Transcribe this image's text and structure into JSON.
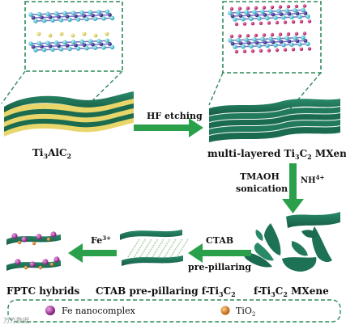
{
  "steps": {
    "hf_etching": "HF etching",
    "tmaoh": "TMAOH",
    "sonication": "sonication",
    "nh4": "NH",
    "nh4_sup": "4+",
    "ctab": "CTAB",
    "pre_pillaring": "pre-pillaring",
    "fe3": "Fe",
    "fe3_sup": "3+"
  },
  "materials": {
    "ti3alc2": {
      "p1": "Ti",
      "s1": "3",
      "p2": "AlC",
      "s2": "2"
    },
    "multilayer": {
      "p1": "multi-layered Ti",
      "s1": "3",
      "p2": "C",
      "s2": "2",
      "p3": " MXene"
    },
    "fti3c2": {
      "p1": "f-Ti",
      "s1": "3",
      "p2": "C",
      "s2": "2",
      "p3": " MXene"
    },
    "ctab_fti3c2": {
      "p1": "CTAB pre-pillaring f-Ti",
      "s1": "3",
      "p2": "C",
      "s2": "2"
    },
    "fptc": "FPTC hybrids"
  },
  "legend": {
    "fe_nanocomplex": "Fe nanocomplex",
    "tio2": {
      "p1": "TiO",
      "s1": "2"
    }
  },
  "watermark": "万方数据",
  "colors": {
    "sheet": "#1f7a5c",
    "sheet_dark": "#14573f",
    "sheet_edge": "#e8d66a",
    "arrow": "#2aa04a",
    "dash": "#2f8a5a",
    "ti_atom": "#49c7d8",
    "c_atom": "#3b2f8f",
    "al_atom": "#e3d35a",
    "term_atom": "#c8186e",
    "fe_complex": "#a4309c",
    "tio2": "#e07a1a"
  }
}
